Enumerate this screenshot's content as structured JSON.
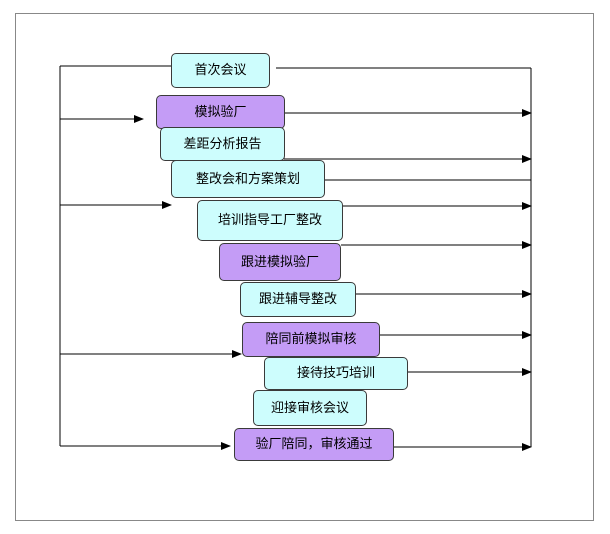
{
  "colors": {
    "cyan_box": "#cdfdfd",
    "purple_box": "#c49cf6",
    "line": "#000000",
    "frame_border": "#888888"
  },
  "steps": [
    {
      "label": "首次会议",
      "style": "cyan"
    },
    {
      "label": "模拟验厂",
      "style": "purple"
    },
    {
      "label": "差距分析报告",
      "style": "cyan"
    },
    {
      "label": "整改会和方案策划",
      "style": "cyan"
    },
    {
      "label": "培训指导工厂整改",
      "style": "cyan"
    },
    {
      "label": "跟进模拟验厂",
      "style": "purple"
    },
    {
      "label": "跟进辅导整改",
      "style": "cyan"
    },
    {
      "label": "陪同前模拟审核",
      "style": "purple"
    },
    {
      "label": "接待技巧培训",
      "style": "cyan"
    },
    {
      "label": "迎接审核会议",
      "style": "cyan"
    },
    {
      "label": "验厂陪同，审核通过",
      "style": "purple"
    }
  ]
}
